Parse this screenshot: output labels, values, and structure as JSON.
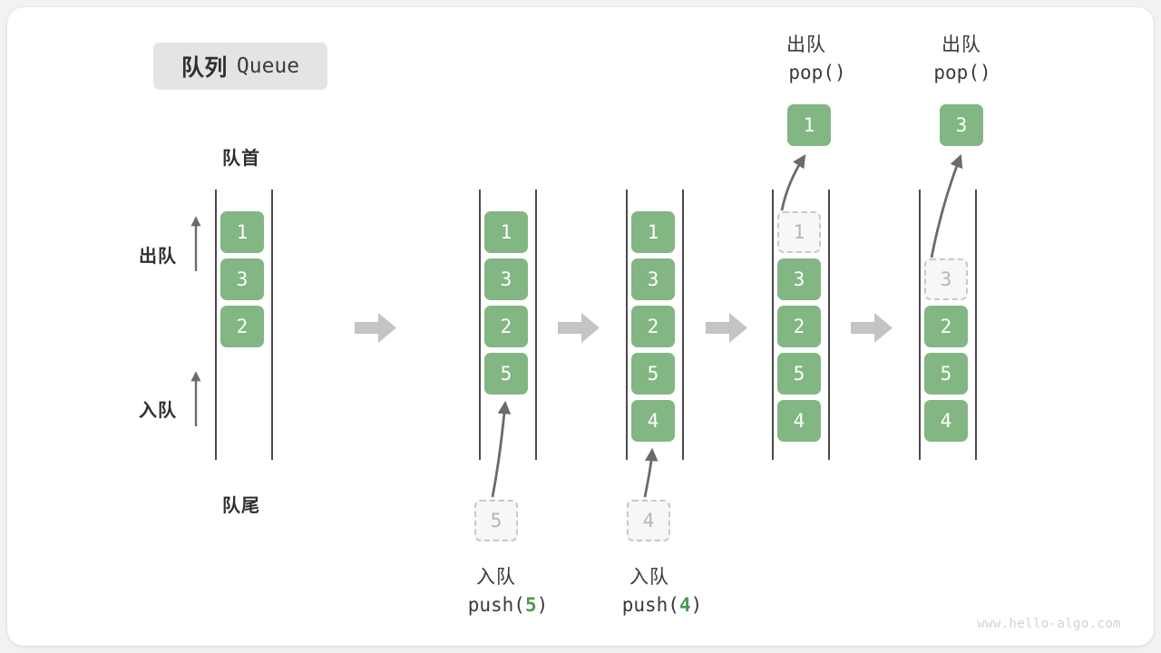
{
  "title": {
    "cn": "队列",
    "en": "Queue"
  },
  "labels": {
    "head": "队首",
    "tail": "队尾",
    "dequeue": "出队",
    "enqueue": "入队"
  },
  "watermark": "www.hello-algo.com",
  "colors": {
    "cell_green": "#82b682",
    "ghost_fill": "#f7f7f7",
    "ghost_border": "#c8c8c8",
    "arrow_gray": "#6b6b6b",
    "block_arrow": "#c4c4c4",
    "badge_bg": "#e4e4e4",
    "text_dark": "#2f2f2f"
  },
  "columns": [
    {
      "name": "initial",
      "cells": [
        "1",
        "3",
        "2"
      ],
      "ghost": null,
      "op_label_cn": null,
      "op_label_code": null,
      "popped": null
    },
    {
      "name": "after-push-5",
      "cells": [
        "1",
        "3",
        "2",
        "5"
      ],
      "ghost": "5",
      "op_label_cn": "入队",
      "op_label_code_prefix": "push(",
      "op_label_arg": "5",
      "op_label_code_suffix": ")",
      "popped": null
    },
    {
      "name": "after-push-4",
      "cells": [
        "1",
        "3",
        "2",
        "5",
        "4"
      ],
      "ghost": "4",
      "op_label_cn": "入队",
      "op_label_code_prefix": "push(",
      "op_label_arg": "4",
      "op_label_code_suffix": ")",
      "popped": null
    },
    {
      "name": "after-pop-1",
      "cells": [
        "3",
        "2",
        "5",
        "4"
      ],
      "ghost_top": "1",
      "op_label_cn": "出队",
      "op_label_code": "pop()",
      "popped": "1"
    },
    {
      "name": "after-pop-3",
      "cells": [
        "2",
        "5",
        "4"
      ],
      "ghost_top": "3",
      "op_label_cn": "出队",
      "op_label_code": "pop()",
      "popped": "3"
    }
  ]
}
